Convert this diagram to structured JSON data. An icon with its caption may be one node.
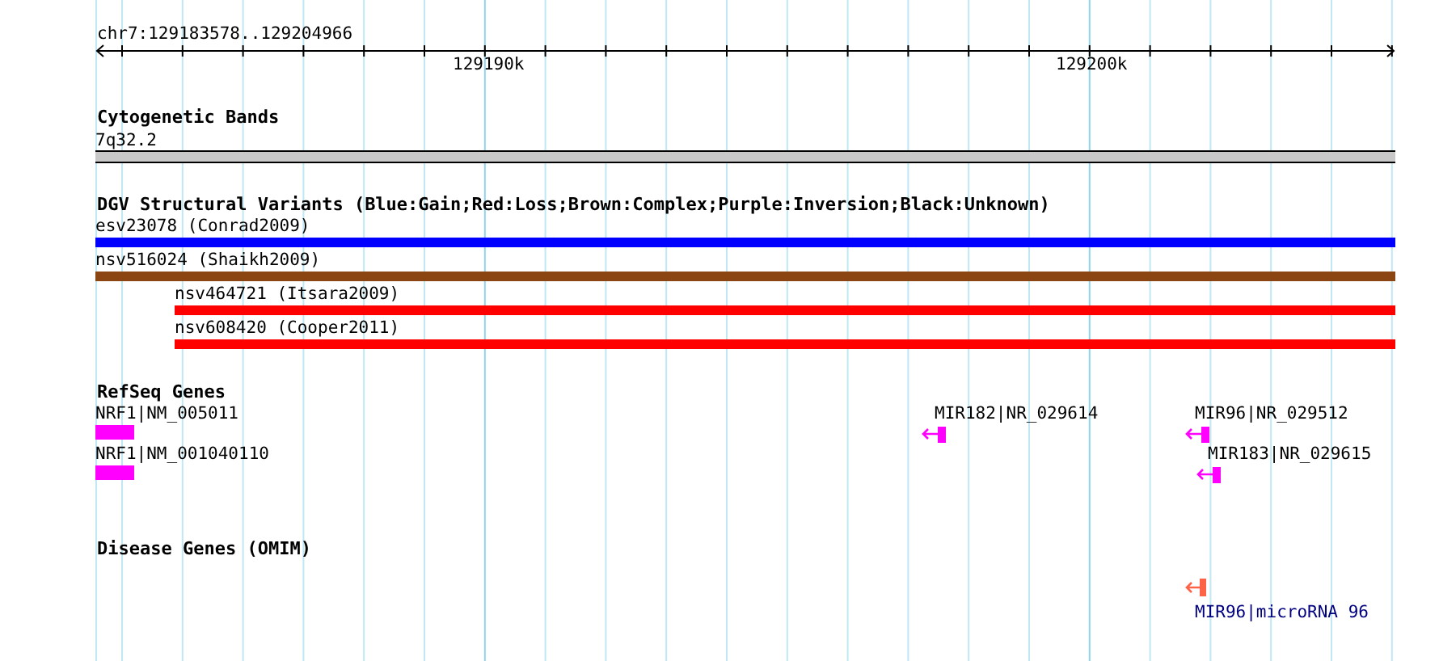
{
  "diagram": {
    "nodes": [
      {
        "text": [
          "7q32.2"
        ]
      },
      {
        "text": [
          "esv23078 (Conrad2009)"
        ]
      },
      {
        "text": [
          "nsv516024 (Shaikh2009)"
        ]
      },
      {
        "text": [
          "nsv464721 (Itsara2009)"
        ]
      },
      {
        "text": [
          "nsv608420 (Cooper2011)"
        ]
      },
      {
        "text": [
          "NRF1|NM_005011"
        ]
      },
      {
        "text": [
          "MIR182|NR_029614"
        ]
      },
      {
        "text": [
          "MIR96|NR_029512"
        ]
      },
      {
        "text": [
          "NRF1|NM_001040110"
        ]
      },
      {
        "text": [
          "MIR183|NR_029615"
        ]
      },
      {
        "text": [
          "MIR96|microRNA 96"
        ]
      }
    ],
    "labels": [
      "chr7:129183578..129204966",
      "129190k",
      "129200k",
      "Cytogenetic Bands",
      "DGV Structural Variants (Blue:Gain;Red:Loss;Brown:Complex;Purple:Inversion;Black:Unknown)",
      "RefSeq Genes",
      "Disease Genes (OMIM)"
    ]
  }
}
